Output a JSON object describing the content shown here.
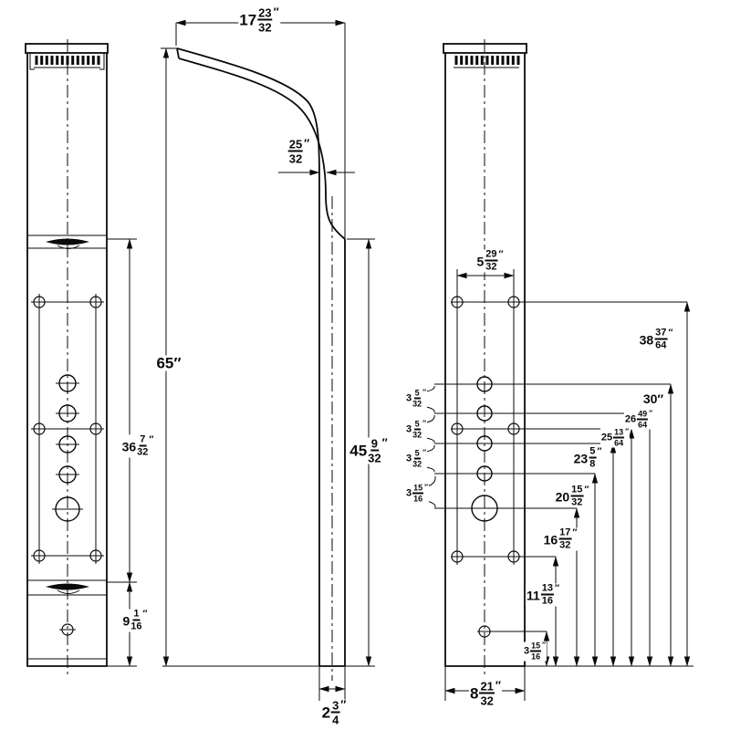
{
  "colors": {
    "line": "#0a0a0a",
    "background": "#ffffff"
  },
  "front_view": {
    "dim_upper_section": {
      "whole": "36",
      "num": "7",
      "den": "32",
      "unit": "″"
    },
    "dim_lower_section": {
      "whole": "9",
      "num": "1",
      "den": "16",
      "unit": "″"
    }
  },
  "side_view": {
    "dim_arm_reach": {
      "whole": "17",
      "num": "23",
      "den": "32",
      "unit": "″"
    },
    "dim_arm_thickness": {
      "whole": "",
      "num": "25",
      "den": "32",
      "unit": "″"
    },
    "dim_total_height": {
      "text": "65″"
    },
    "dim_panel_height": {
      "whole": "45",
      "num": "9",
      "den": "32",
      "unit": "″"
    },
    "dim_depth": {
      "whole": "2",
      "num": "3",
      "den": "4",
      "unit": "″"
    }
  },
  "back_view": {
    "dim_top_hole_span": {
      "whole": "5",
      "num": "29",
      "den": "32",
      "unit": "″"
    },
    "dim_bottom_width": {
      "whole": "8",
      "num": "21",
      "den": "32",
      "unit": "″"
    },
    "dim_top_holes_height": {
      "whole": "38",
      "num": "37",
      "den": "64",
      "unit": "″"
    },
    "dim_jet1_height": {
      "text": "30″"
    },
    "dim_jet2_height": {
      "whole": "26",
      "num": "49",
      "den": "64",
      "unit": "″"
    },
    "dim_side_holes_height": {
      "whole": "25",
      "num": "13",
      "den": "64",
      "unit": "″"
    },
    "dim_jet3_height": {
      "whole": "23",
      "num": "5",
      "den": "8",
      "unit": "″"
    },
    "dim_jet4_height": {
      "whole": "20",
      "num": "15",
      "den": "32",
      "unit": "″"
    },
    "dim_spout_height": {
      "whole": "16",
      "num": "17",
      "den": "32",
      "unit": "″"
    },
    "dim_lower_holes_height": {
      "whole": "11",
      "num": "13",
      "den": "16",
      "unit": "″"
    },
    "dim_bottom_hole_height": {
      "whole": "3",
      "num": "15",
      "den": "16",
      "unit": "″"
    },
    "dim_jet_gap_1": {
      "whole": "3",
      "num": "5",
      "den": "32",
      "unit": "″"
    },
    "dim_jet_gap_2": {
      "whole": "3",
      "num": "5",
      "den": "32",
      "unit": "″"
    },
    "dim_jet_gap_3": {
      "whole": "3",
      "num": "5",
      "den": "32",
      "unit": "″"
    },
    "dim_jet_spout_gap": {
      "whole": "3",
      "num": "15",
      "den": "16",
      "unit": "″"
    }
  }
}
